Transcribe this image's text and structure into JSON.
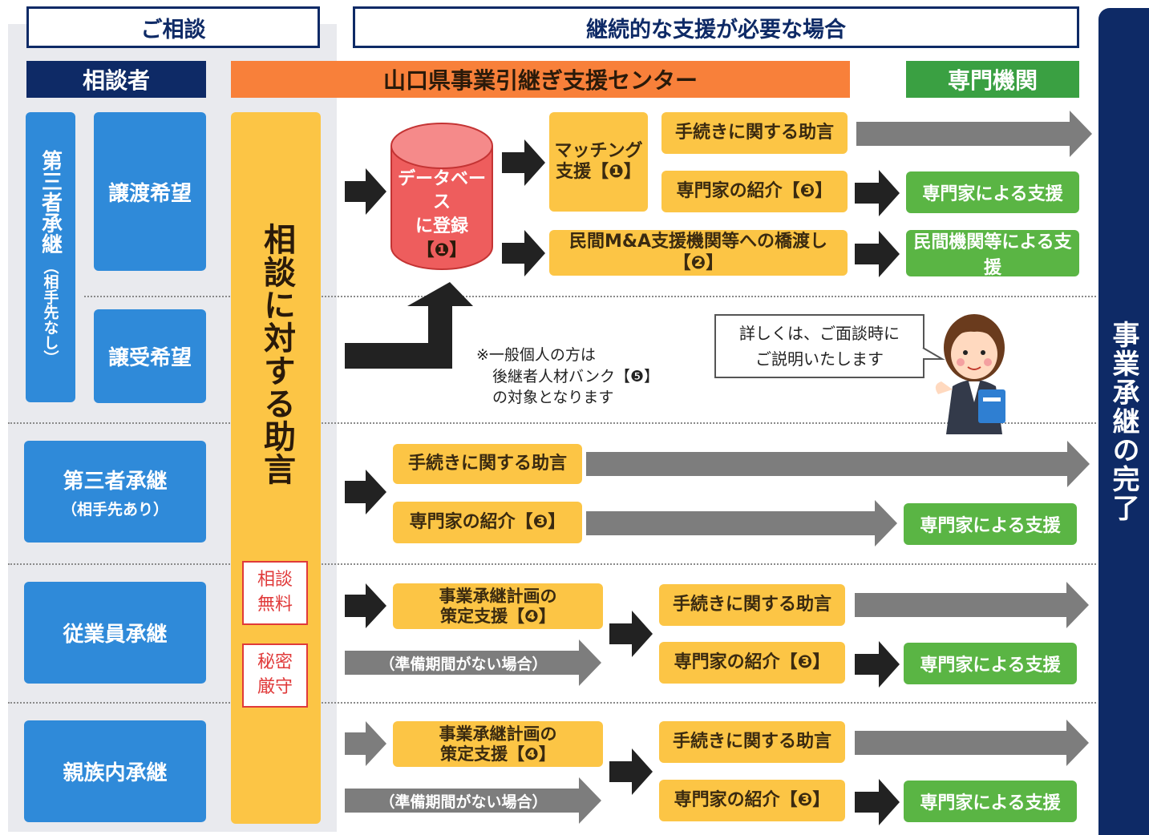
{
  "headers": {
    "consult": "ご相談",
    "continuous": "継続的な支援が必要な場合"
  },
  "bands": {
    "consultant": "相談者",
    "center": "山口県事業引継ぎ支援センター",
    "specialist": "専門機関"
  },
  "left": {
    "third_party_no_partner": "第三者承継",
    "third_party_no_partner_sub": "（相手先なし）",
    "transfer_wish": "譲渡希望",
    "receive_wish": "譲受希望",
    "third_party_with_partner": "第三者承継",
    "third_party_with_partner_sub": "（相手先あり）",
    "employee": "従業員承継",
    "family": "親族内承継"
  },
  "center_column": {
    "advice": "相談に対する助言",
    "free_line1": "相談",
    "free_line2": "無料",
    "secret_line1": "秘密",
    "secret_line2": "厳守"
  },
  "database": {
    "line1": "データベース",
    "line2": "に登録",
    "line3": "【❶】"
  },
  "boxes": {
    "matching_line1": "マッチング",
    "matching_line2": "支援【❶】",
    "procedure_advice": "手続きに関する助言",
    "expert_intro": "専門家の紹介【❸】",
    "private_ma": "民間M&A支援機関等への橋渡し【❷】",
    "plan_line1": "事業承継計画の",
    "plan_line2": "策定支援【❹】",
    "no_prep": "（準備期間がない場合）"
  },
  "green": {
    "expert_support": "専門家による支援",
    "private_support": "民間機関等による支援"
  },
  "note": {
    "line1": "※一般個人の方は",
    "line2": "後継者人材バンク【❺】",
    "line3": "の対象となります"
  },
  "bubble": {
    "line1": "詳しくは、ご面談時に",
    "line2": "ご説明いたします"
  },
  "right_bar": "事業承継の完了",
  "colors": {
    "navy": "#0e2a66",
    "orange": "#f8803a",
    "green_band": "#3aa042",
    "blue": "#2f8ad9",
    "yellow": "#fcc545",
    "green": "#5ab544",
    "red_db": "#ee5d5d",
    "gray_arrow": "#7d7d7d"
  }
}
